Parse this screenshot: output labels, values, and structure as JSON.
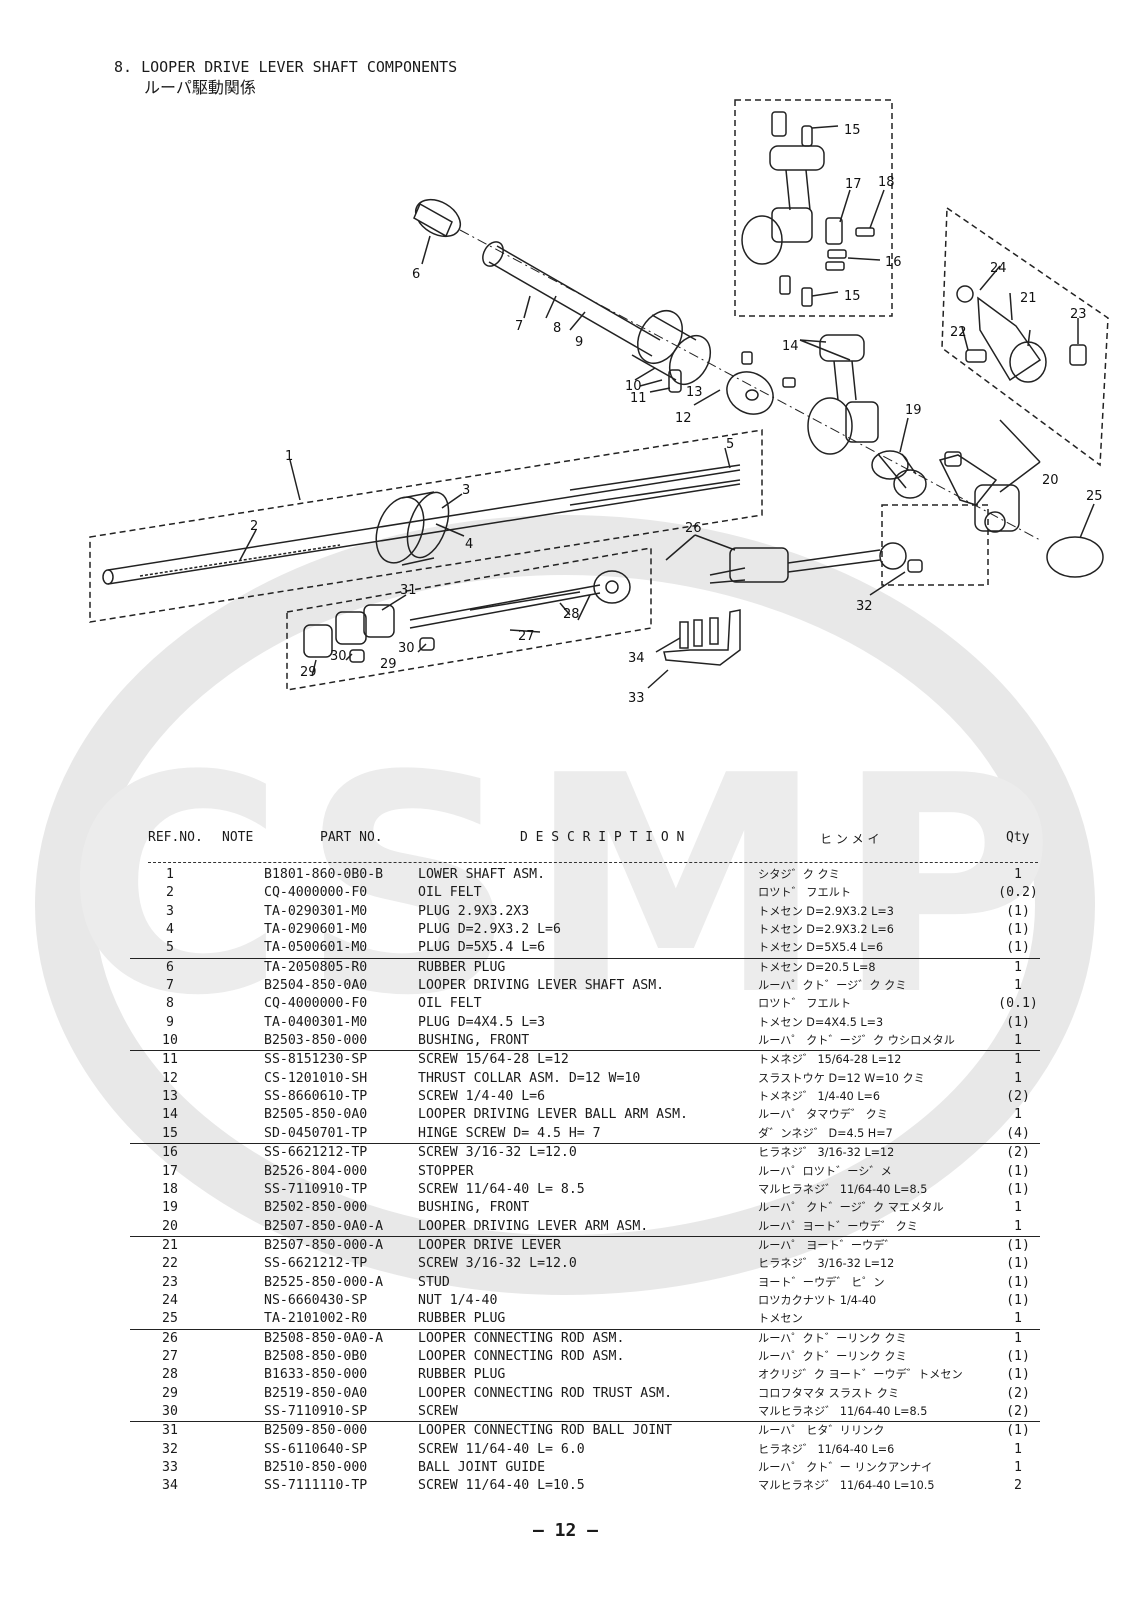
{
  "section_title": "8. LOOPER DRIVE LEVER SHAFT COMPONENTS",
  "section_title_jp": "ルーパ駆動関係",
  "watermark_text": "CSMP",
  "callouts": [
    "1",
    "2",
    "3",
    "4",
    "5",
    "6",
    "7",
    "8",
    "9",
    "10",
    "11",
    "12",
    "13",
    "14",
    "15",
    "15",
    "16",
    "17",
    "18",
    "19",
    "20",
    "21",
    "22",
    "23",
    "24",
    "25",
    "26",
    "27",
    "28",
    "29",
    "29",
    "30",
    "30",
    "31",
    "32",
    "33",
    "34"
  ],
  "table": {
    "headers": {
      "ref_no": "REF.NO.",
      "note": "NOTE",
      "part_no": "PART NO.",
      "description": "D E S C R I P T I O N",
      "jp": "ヒ  ン  メ  イ",
      "qty": "Qty"
    },
    "rows": [
      {
        "ref": "1",
        "part": "B1801-860-0B0-B",
        "desc": "LOWER SHAFT ASM.",
        "jp": "シタジ゛ク クミ",
        "qty": "1"
      },
      {
        "ref": "2",
        "part": "CQ-4000000-F0",
        "desc": "OIL FELT",
        "jp": "ロツト゛ フエルト",
        "qty": "(0.2)"
      },
      {
        "ref": "3",
        "part": "TA-0290301-M0",
        "desc": "PLUG 2.9X3.2X3",
        "jp": "トメセン D=2.9X3.2 L=3",
        "qty": "(1)"
      },
      {
        "ref": "4",
        "part": "TA-0290601-M0",
        "desc": "PLUG D=2.9X3.2 L=6",
        "jp": "トメセン D=2.9X3.2 L=6",
        "qty": "(1)"
      },
      {
        "ref": "5",
        "part": "TA-0500601-M0",
        "desc": "PLUG D=5X5.4 L=6",
        "jp": "トメセン D=5X5.4 L=6",
        "qty": "(1)"
      },
      {
        "ref": "6",
        "part": "TA-2050805-R0",
        "desc": "RUBBER PLUG",
        "jp": "トメセン D=20.5 L=8",
        "qty": "1"
      },
      {
        "ref": "7",
        "part": "B2504-850-0A0",
        "desc": "LOOPER DRIVING LEVER SHAFT ASM.",
        "jp": "ルーハ゜クト゛ージ゛ク クミ",
        "qty": "1"
      },
      {
        "ref": "8",
        "part": "CQ-4000000-F0",
        "desc": "OIL FELT",
        "jp": "ロツト゛ フエルト",
        "qty": "(0.1)"
      },
      {
        "ref": "9",
        "part": "TA-0400301-M0",
        "desc": "PLUG D=4X4.5 L=3",
        "jp": "トメセン D=4X4.5 L=3",
        "qty": "(1)"
      },
      {
        "ref": "10",
        "part": "B2503-850-000",
        "desc": "BUSHING, FRONT",
        "jp": "ルーハ゜ クト゛ージ゛ク ウシロメタル",
        "qty": "1"
      },
      {
        "ref": "11",
        "part": "SS-8151230-SP",
        "desc": "SCREW  15/64-28 L=12",
        "jp": "トメネジ゛ 15/64-28 L=12",
        "qty": "1"
      },
      {
        "ref": "12",
        "part": "CS-1201010-SH",
        "desc": "THRUST COLLAR ASM. D=12 W=10",
        "jp": "スラストウケ D=12 W=10 クミ",
        "qty": "1"
      },
      {
        "ref": "13",
        "part": "SS-8660610-TP",
        "desc": "SCREW  1/4-40 L=6",
        "jp": "トメネジ゛ 1/4-40 L=6",
        "qty": "(2)"
      },
      {
        "ref": "14",
        "part": "B2505-850-0A0",
        "desc": "LOOPER DRIVING LEVER BALL ARM ASM.",
        "jp": "ルーハ゜ タマウデ゛ クミ",
        "qty": "1"
      },
      {
        "ref": "15",
        "part": "SD-0450701-TP",
        "desc": "HINGE SCREW D= 4.5  H= 7",
        "jp": "ダ゛ンネジ゛ D=4.5 H=7",
        "qty": "(4)"
      },
      {
        "ref": "16",
        "part": "SS-6621212-TP",
        "desc": "SCREW 3/16-32 L=12.0",
        "jp": "ヒラネジ゛ 3/16-32 L=12",
        "qty": "(2)"
      },
      {
        "ref": "17",
        "part": "B2526-804-000",
        "desc": "STOPPER",
        "jp": "ルーハ゜ロツト゛ーシ゛メ",
        "qty": "(1)"
      },
      {
        "ref": "18",
        "part": "SS-7110910-TP",
        "desc": "SCREW 11/64-40 L= 8.5",
        "jp": "マルヒラネジ゛ 11/64-40 L=8.5",
        "qty": "(1)"
      },
      {
        "ref": "19",
        "part": "B2502-850-000",
        "desc": "BUSHING, FRONT",
        "jp": "ルーハ゜ クト゛ージ゛ク マエメタル",
        "qty": "1"
      },
      {
        "ref": "20",
        "part": "B2507-850-0A0-A",
        "desc": "LOOPER DRIVING LEVER ARM ASM.",
        "jp": "ルーハ゜ヨート゛ーウデ゛ クミ",
        "qty": "1"
      },
      {
        "ref": "21",
        "part": "B2507-850-000-A",
        "desc": "LOOPER DRIVE LEVER",
        "jp": "ルーハ゜ ヨート゛ーウデ゛",
        "qty": "(1)"
      },
      {
        "ref": "22",
        "part": "SS-6621212-TP",
        "desc": "SCREW 3/16-32 L=12.0",
        "jp": "ヒラネジ゛ 3/16-32 L=12",
        "qty": "(1)"
      },
      {
        "ref": "23",
        "part": "B2525-850-000-A",
        "desc": "STUD",
        "jp": "ヨート゛ーウデ゛ ヒ゜ン",
        "qty": "(1)"
      },
      {
        "ref": "24",
        "part": "NS-6660430-SP",
        "desc": "NUT  1/4-40",
        "jp": "ロツカクナツト 1/4-40",
        "qty": "(1)"
      },
      {
        "ref": "25",
        "part": "TA-2101002-R0",
        "desc": "RUBBER PLUG",
        "jp": "トメセン",
        "qty": "1"
      },
      {
        "ref": "26",
        "part": "B2508-850-0A0-A",
        "desc": "LOOPER CONNECTING ROD ASM.",
        "jp": "ルーハ゜クト゛ーリンク クミ",
        "qty": "1"
      },
      {
        "ref": "27",
        "part": "B2508-850-0B0",
        "desc": "LOOPER CONNECTING ROD ASM.",
        "jp": "ルーハ゜クト゛ーリンク クミ",
        "qty": "(1)"
      },
      {
        "ref": "28",
        "part": "B1633-850-000",
        "desc": "RUBBER PLUG",
        "jp": "オクリジ゛ク ヨート゛ーウデ゛トメセン",
        "qty": "(1)"
      },
      {
        "ref": "29",
        "part": "B2519-850-0A0",
        "desc": "LOOPER CONNECTING ROD TRUST ASM.",
        "jp": "コロフタマタ スラスト クミ",
        "qty": "(2)"
      },
      {
        "ref": "30",
        "part": "SS-7110910-SP",
        "desc": "SCREW",
        "jp": "マルヒラネジ゛ 11/64-40 L=8.5",
        "qty": "(2)"
      },
      {
        "ref": "31",
        "part": "B2509-850-000",
        "desc": "LOOPER CONNECTING ROD BALL JOINT",
        "jp": "ルーハ゜ ヒタ゛リリンク",
        "qty": "(1)"
      },
      {
        "ref": "32",
        "part": "SS-6110640-SP",
        "desc": "SCREW 11/64-40 L= 6.0",
        "jp": "ヒラネジ゛ 11/64-40 L=6",
        "qty": "1"
      },
      {
        "ref": "33",
        "part": "B2510-850-000",
        "desc": "BALL JOINT GUIDE",
        "jp": "ルーハ゜ クト゛ー リンクアンナイ",
        "qty": "1"
      },
      {
        "ref": "34",
        "part": "SS-7111110-TP",
        "desc": "SCREW 11/64-40 L=10.5",
        "jp": "マルヒラネジ゛ 11/64-40 L=10.5",
        "qty": "2"
      }
    ]
  },
  "page_number": "— 12 —"
}
